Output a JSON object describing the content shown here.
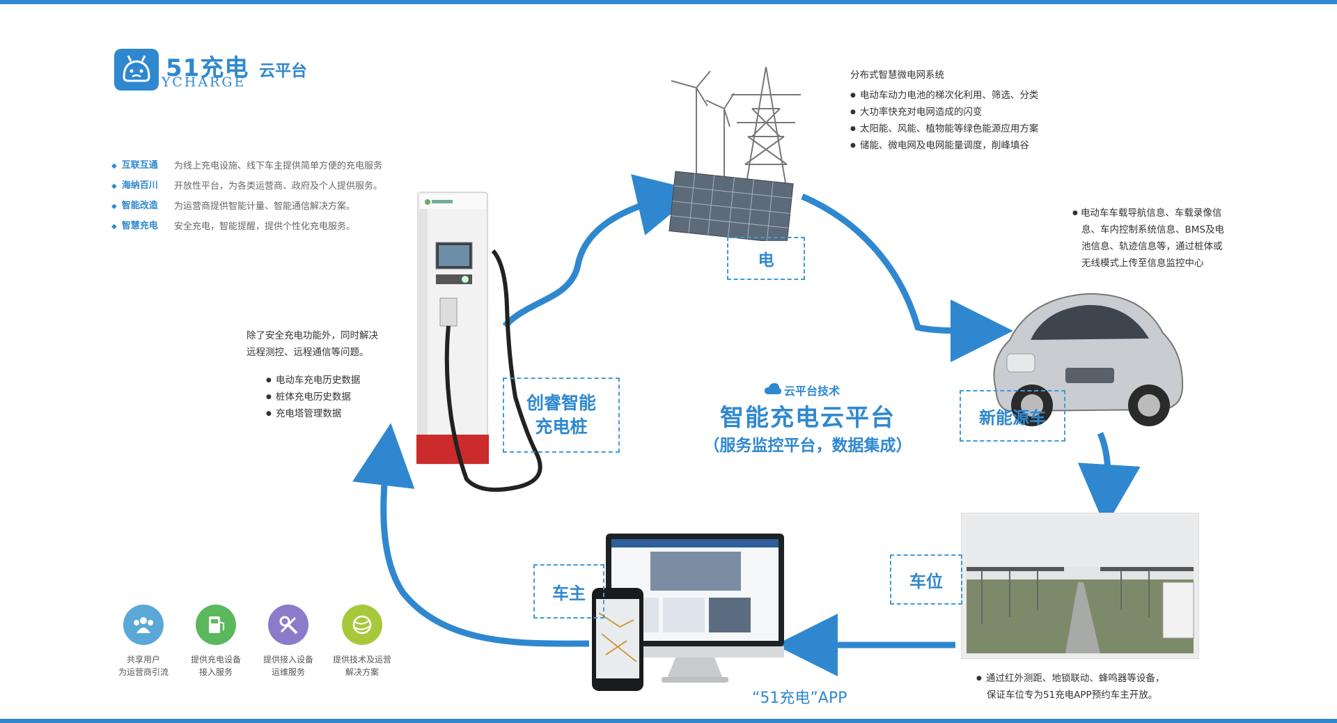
{
  "logo": {
    "main": "51充电",
    "sub": "YCHARGE",
    "cloud": "云平台"
  },
  "features": [
    {
      "name": "互联互通",
      "desc": "为线上充电设施、线下车主提供简单方便的充电服务"
    },
    {
      "name": "海纳百川",
      "desc": "开放性平台，为各类运营商、政府及个人提供服务。"
    },
    {
      "name": "智能改造",
      "desc": "为运营商提供智能计量、智能通信解决方案。"
    },
    {
      "name": "智慧充电",
      "desc": "安全充电，智能提醒，提供个性化充电服务。"
    }
  ],
  "charger_notes": {
    "intro": [
      "除了安全充电功能外，同时解决",
      "远程测控、远程通信等问题。"
    ],
    "items": [
      "电动车充电历史数据",
      "桩体充电历史数据",
      "充电塔管理数据"
    ]
  },
  "grid_notes": {
    "title": "分布式智慧微电网系统",
    "items": [
      "电动车动力电池的梯次化利用、筛选、分类",
      "大功率快充对电网造成的闪变",
      "太阳能、风能、植物能等绿色能源应用方案",
      "储能、微电网及电网能量调度，削峰填谷"
    ]
  },
  "car_notes": {
    "lines": [
      "电动车车载导航信息、车载录像信",
      "息、车内控制系统信息、BMS及电",
      "池信息、轨迹信息等，通过桩体或",
      "无线模式上传至信息监控中心"
    ]
  },
  "parking_notes": {
    "lines": [
      "通过红外测距、地锁联动、蜂鸣器等设备，",
      "保证车位专为51充电APP预约车主开放。"
    ]
  },
  "labels": {
    "electricity": "电",
    "charger_line1": "创睿智能",
    "charger_line2": "充电桩",
    "new_energy": "新能源车",
    "parking": "车位",
    "owner": "车主"
  },
  "center": {
    "subtitle": "云平台技术",
    "title": "智能充电云平台",
    "paren": "（服务监控平台，数据集成）"
  },
  "app_label": "“51充电”APP",
  "bottom_icons": [
    {
      "icon": "users-icon",
      "color": "#5aa8d8",
      "lines": [
        "共享用户",
        "为运营商引流"
      ]
    },
    {
      "icon": "charger-icon",
      "color": "#5cb85c",
      "lines": [
        "提供充电设备",
        "接入服务"
      ]
    },
    {
      "icon": "tools-icon",
      "color": "#8a7cc8",
      "lines": [
        "提供接入设备",
        "运维服务"
      ]
    },
    {
      "icon": "globe-icon",
      "color": "#a8c83c",
      "lines": [
        "提供技术及运营",
        "解决方案"
      ]
    }
  ],
  "colors": {
    "accent": "#2f88cf",
    "charger_red": "#cc2b2b"
  }
}
